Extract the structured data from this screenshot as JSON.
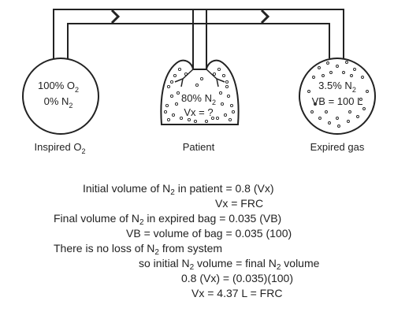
{
  "diagram": {
    "inspired": {
      "line1": "100% O",
      "line1_sub": "2",
      "line2": "0% N",
      "line2_sub": "2",
      "caption": "Inspired O",
      "caption_sub": "2"
    },
    "patient": {
      "line1": "80% N",
      "line1_sub": "2",
      "line2": "Vx = ?",
      "caption": "Patient"
    },
    "expired": {
      "line1": "3.5% N",
      "line1_sub": "2",
      "line2": "VB = 100 L",
      "caption": "Expired gas"
    }
  },
  "equations": {
    "l1a": "Initial volume of N",
    "l1b": "2",
    "l1c": " in patient = 0.8 (Vx)",
    "l2": "Vx = FRC",
    "l3a": "Final volume of N",
    "l3b": "2",
    "l3c": " in expired bag = 0.035 (VB)",
    "l4": "VB = volume of bag = 0.035 (100)",
    "l5a": "There is no loss of N",
    "l5b": "2",
    "l5c": " from system",
    "l6a": "so initial N",
    "l6b": "2",
    "l6c": " volume = final N",
    "l6d": "2",
    "l6e": " volume",
    "l7": "0.8 (Vx) = (0.035)(100)",
    "l8": "Vx = 4.37 L = FRC"
  }
}
